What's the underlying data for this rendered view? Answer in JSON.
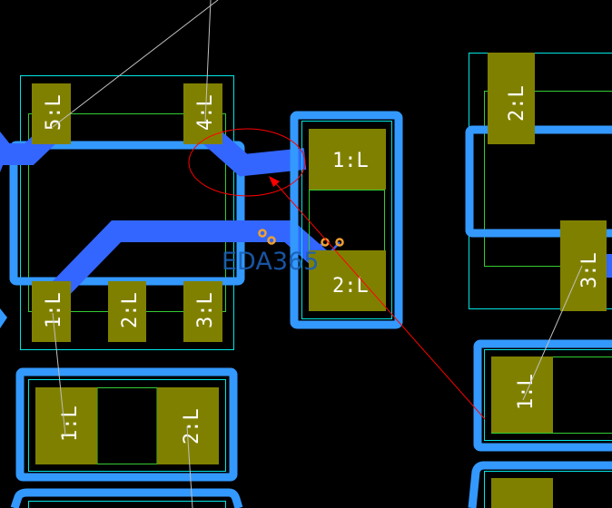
{
  "watermark": "EDA365",
  "pads": {
    "u1_p5": "5:L",
    "u1_p4": "4:L",
    "u1_p1": "1:L",
    "u1_p2": "2:L",
    "u1_p3": "3:L",
    "c1_p1": "1:L",
    "c1_p2": "2:L",
    "r1_p2": "2:L",
    "r1_p3": "3:L",
    "c2_p1": "1:L",
    "c3_p1": "1:L",
    "c3_p2": "2:L"
  },
  "colors": {
    "pad": "#808000",
    "keepout": "#3399ff",
    "trace": "#3366ff",
    "drc": "#ff0000"
  }
}
